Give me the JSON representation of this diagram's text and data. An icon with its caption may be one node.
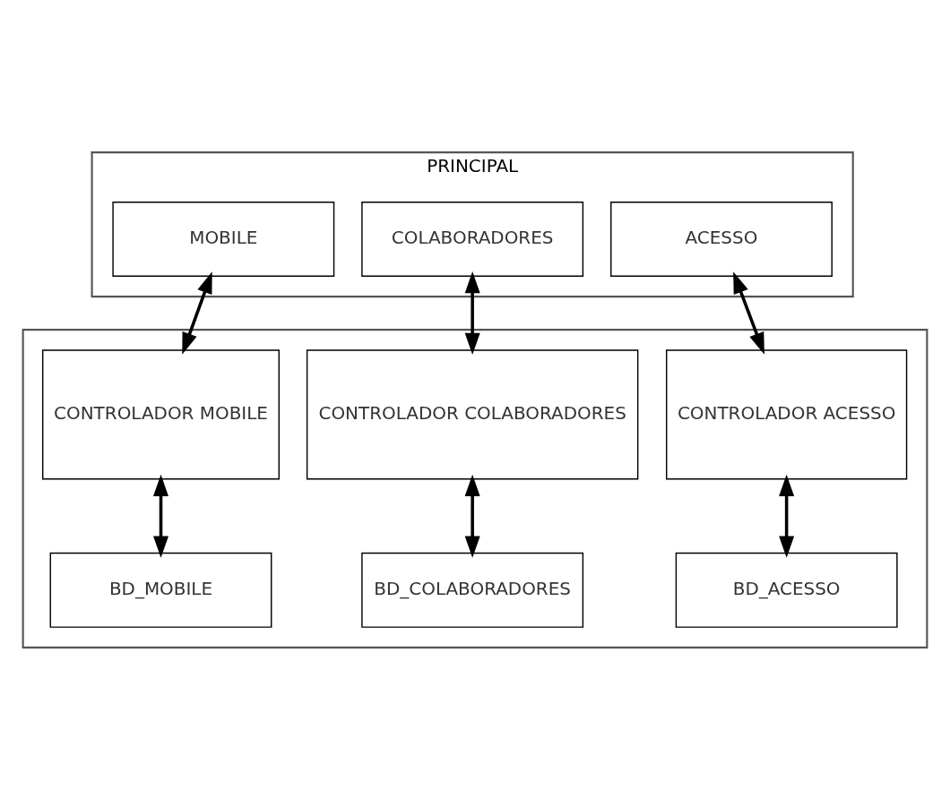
{
  "diagram": {
    "nodes": [
      {
        "text": [
          "PRINCIPAL"
        ]
      },
      {
        "text": [
          "ACESSO"
        ],
        "in": 0
      },
      {
        "text": [
          "COLABORADORES"
        ],
        "in": 0
      },
      {
        "text": [
          "MOBILE"
        ],
        "in": 0
      },
      {
        "text": [],
        "shape": "box"
      },
      {
        "text": [
          "CONTROLADOR ACESSO"
        ],
        "in": 4
      },
      {
        "text": [
          "CONTROLADOR COLABORADORES"
        ],
        "in": 4
      },
      {
        "text": [
          "CONTROLADOR MOBILE"
        ],
        "in": 4
      },
      {
        "text": [
          "BD_ACESSO"
        ],
        "in": 4
      },
      {
        "text": [
          "BD_COLABORADORES"
        ],
        "in": 4
      },
      {
        "text": [
          "BD_MOBILE"
        ],
        "in": 4
      }
    ],
    "edges": [
      {
        "from": 1,
        "to": 5,
        "arrow": "both"
      },
      {
        "from": 2,
        "to": 6,
        "arrow": "both"
      },
      {
        "from": 3,
        "to": 7,
        "arrow": "both"
      },
      {
        "from": 5,
        "to": 8,
        "arrow": "both"
      },
      {
        "from": 6,
        "to": 9,
        "arrow": "both"
      },
      {
        "from": 7,
        "to": 10,
        "arrow": "both"
      }
    ]
  }
}
